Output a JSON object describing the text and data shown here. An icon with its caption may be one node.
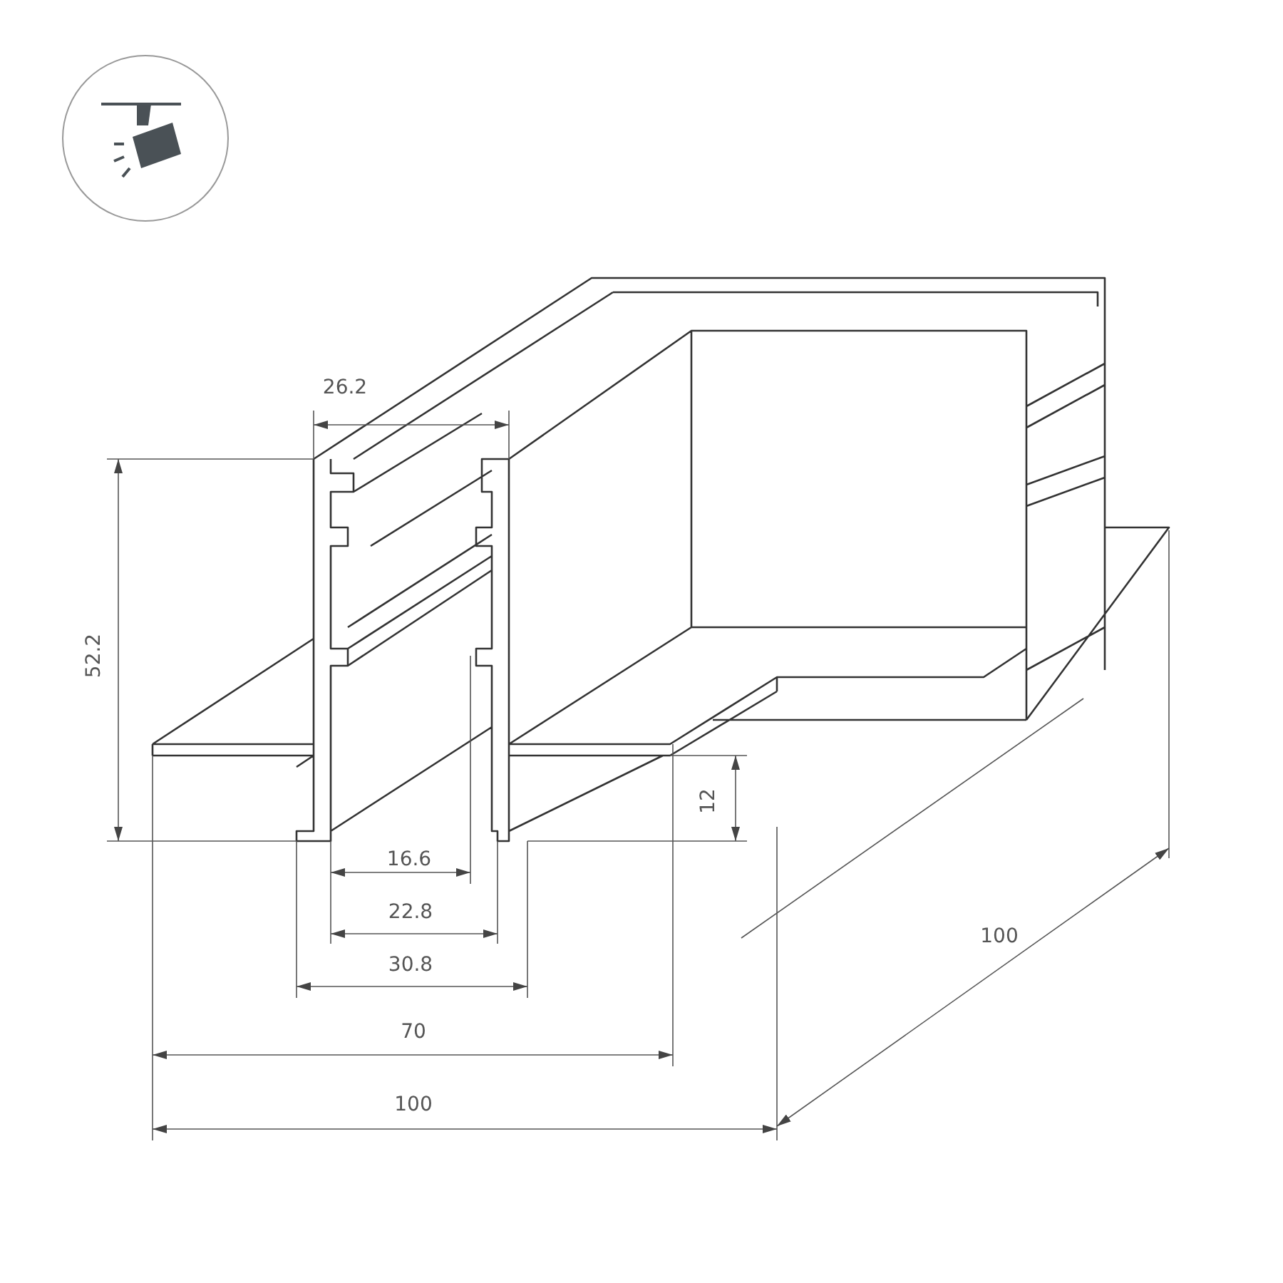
{
  "diagram": {
    "labels": [
      "26.2",
      "52.2",
      "12",
      "16.6",
      "22.8",
      "30.8",
      "70",
      "100",
      "100"
    ]
  }
}
